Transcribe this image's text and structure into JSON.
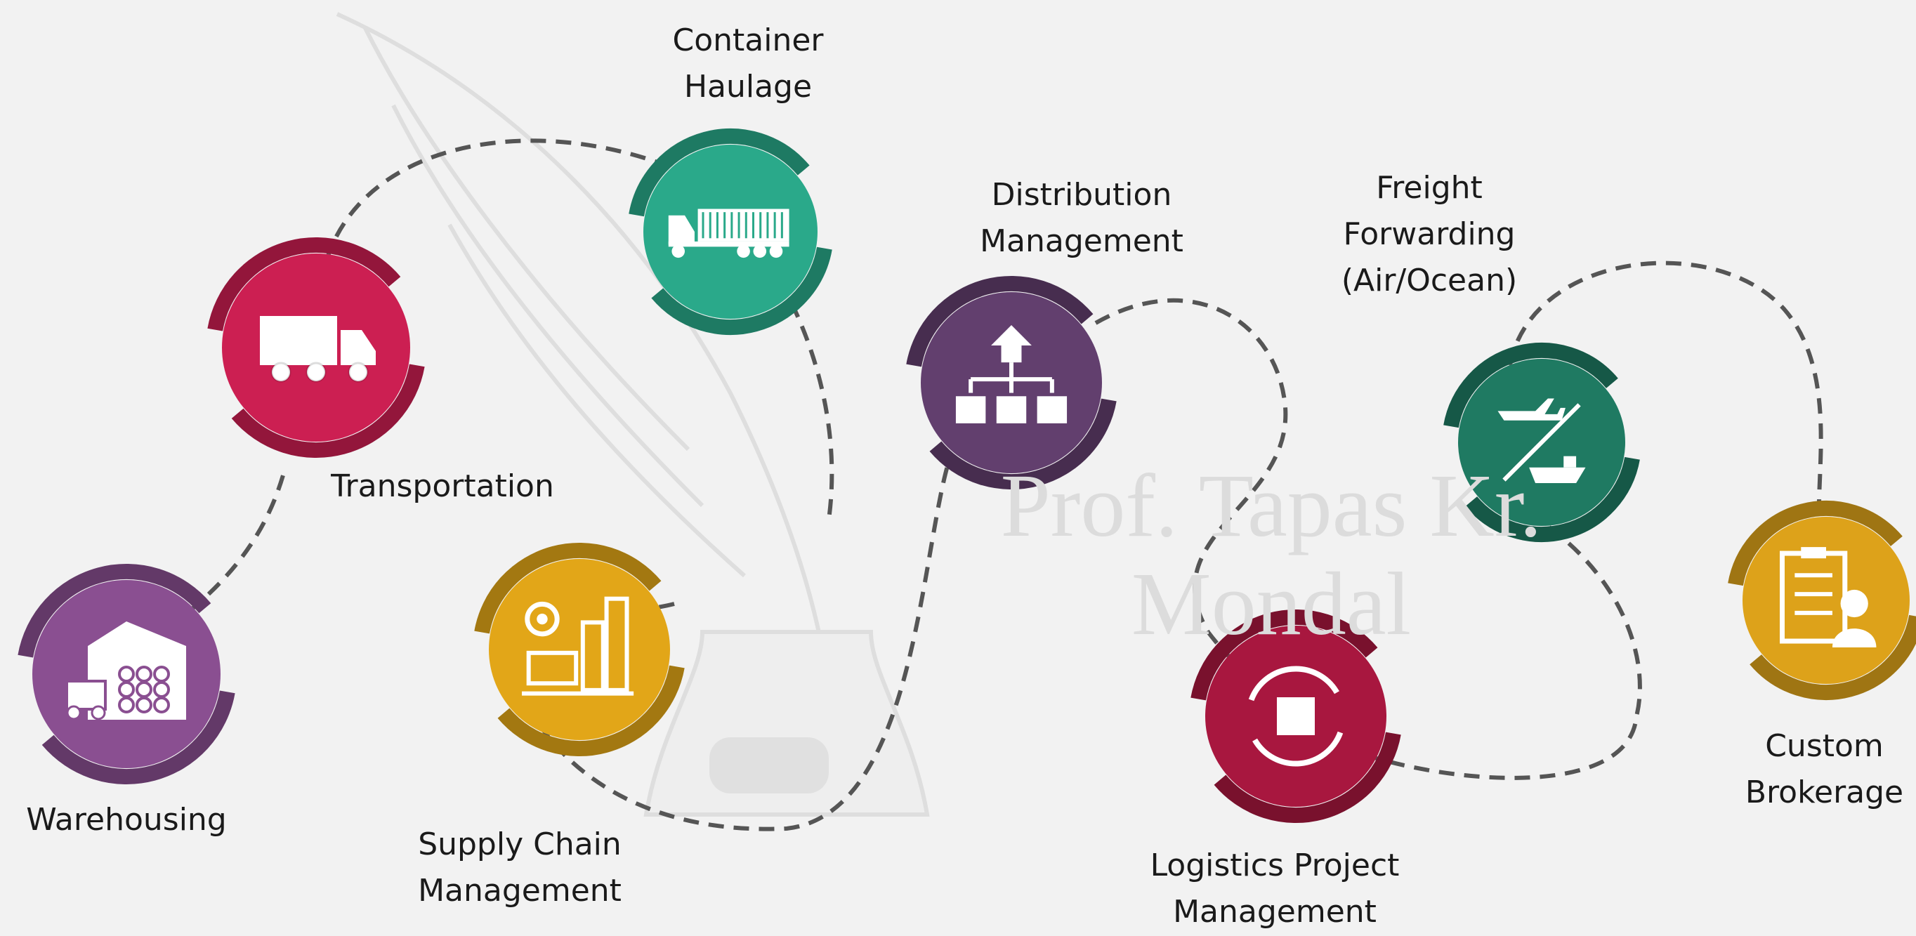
{
  "watermark": {
    "text": "Prof. Tapas Kr.\nMondal"
  },
  "nodes": [
    {
      "id": "warehousing",
      "label": "Warehousing",
      "color": "#8a4f91",
      "icon": "warehouse-icon"
    },
    {
      "id": "transportation",
      "label": "Transportation",
      "color": "#cc1f52",
      "icon": "truck-icon"
    },
    {
      "id": "container-haulage",
      "label": "Container\nHaulage",
      "color": "#2aa98a",
      "icon": "container-truck-icon"
    },
    {
      "id": "supply-chain",
      "label": "Supply Chain\nManagement",
      "color": "#e2a618",
      "icon": "factory-icon"
    },
    {
      "id": "distribution",
      "label": "Distribution\nManagement",
      "color": "#623f6e",
      "icon": "distribution-hierarchy-icon"
    },
    {
      "id": "logistics-project",
      "label": "Logistics Project\nManagement",
      "color": "#a8173f",
      "icon": "box-cycle-icon"
    },
    {
      "id": "freight-forwarding",
      "label": "Freight\nForwarding\n(Air/Ocean)",
      "color": "#1f7a62",
      "icon": "plane-ship-icon"
    },
    {
      "id": "custom-brokerage",
      "label": "Custom\nBrokerage",
      "color": "#dda21a",
      "icon": "customs-officer-icon"
    }
  ]
}
